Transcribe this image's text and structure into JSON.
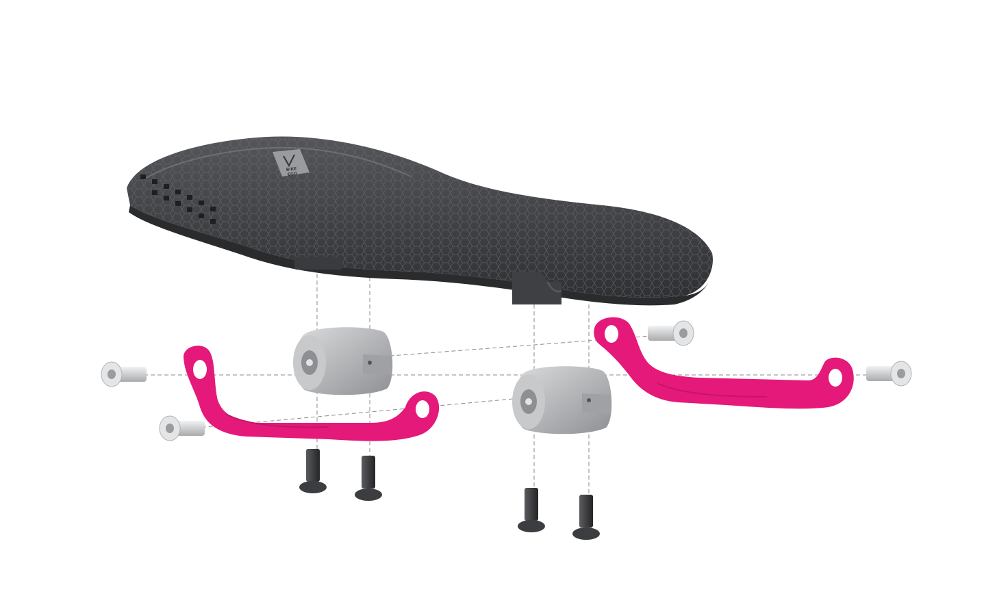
{
  "diagram": {
    "kind": "exploded-assembly",
    "parts": {
      "saddle": {
        "logo_lines": [
          "BIKE",
          "EGO"
        ],
        "color": "#4a4b4d"
      },
      "mounting_arm": {
        "count": 2,
        "color": "#e5197a"
      },
      "clamp_block": {
        "count": 2,
        "color": "#b5b7b9"
      },
      "side_bolt": {
        "count": 4,
        "color": "#d6d8da"
      },
      "vertical_bolt": {
        "count": 4,
        "color": "#3c3d40"
      }
    },
    "colors": {
      "background": "#ffffff",
      "guide_line": "#8a8a8a"
    }
  }
}
